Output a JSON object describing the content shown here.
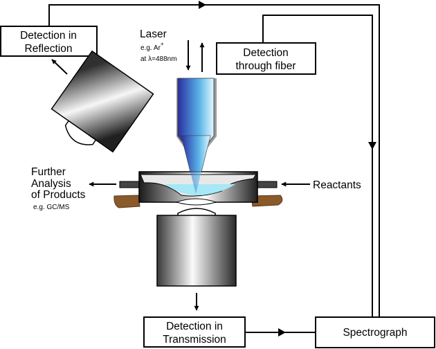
{
  "boxes": {
    "reflection": [
      "Detection in",
      "Reflection"
    ],
    "fiber": [
      "Detection",
      "through fiber"
    ],
    "transmission": [
      "Detection in",
      "Transmission"
    ],
    "spectrograph": "Spectrograph"
  },
  "laser": {
    "title": "Laser",
    "line1_prefix": "e.g. Ar",
    "line1_sup": "+",
    "line2": "at λ=488nm"
  },
  "reactants": "Reactants",
  "products": {
    "lines": [
      "Further",
      "Analysis",
      "of Products"
    ],
    "example": "e.g. GC/MS"
  },
  "colors": {
    "line": "#000000",
    "laser_light": "#dff6ff",
    "laser_mid": "#5ab4e8",
    "laser_dark": "#2a2fa0",
    "liquid": "#a6e8f5",
    "soil": "#8a5a2b"
  }
}
